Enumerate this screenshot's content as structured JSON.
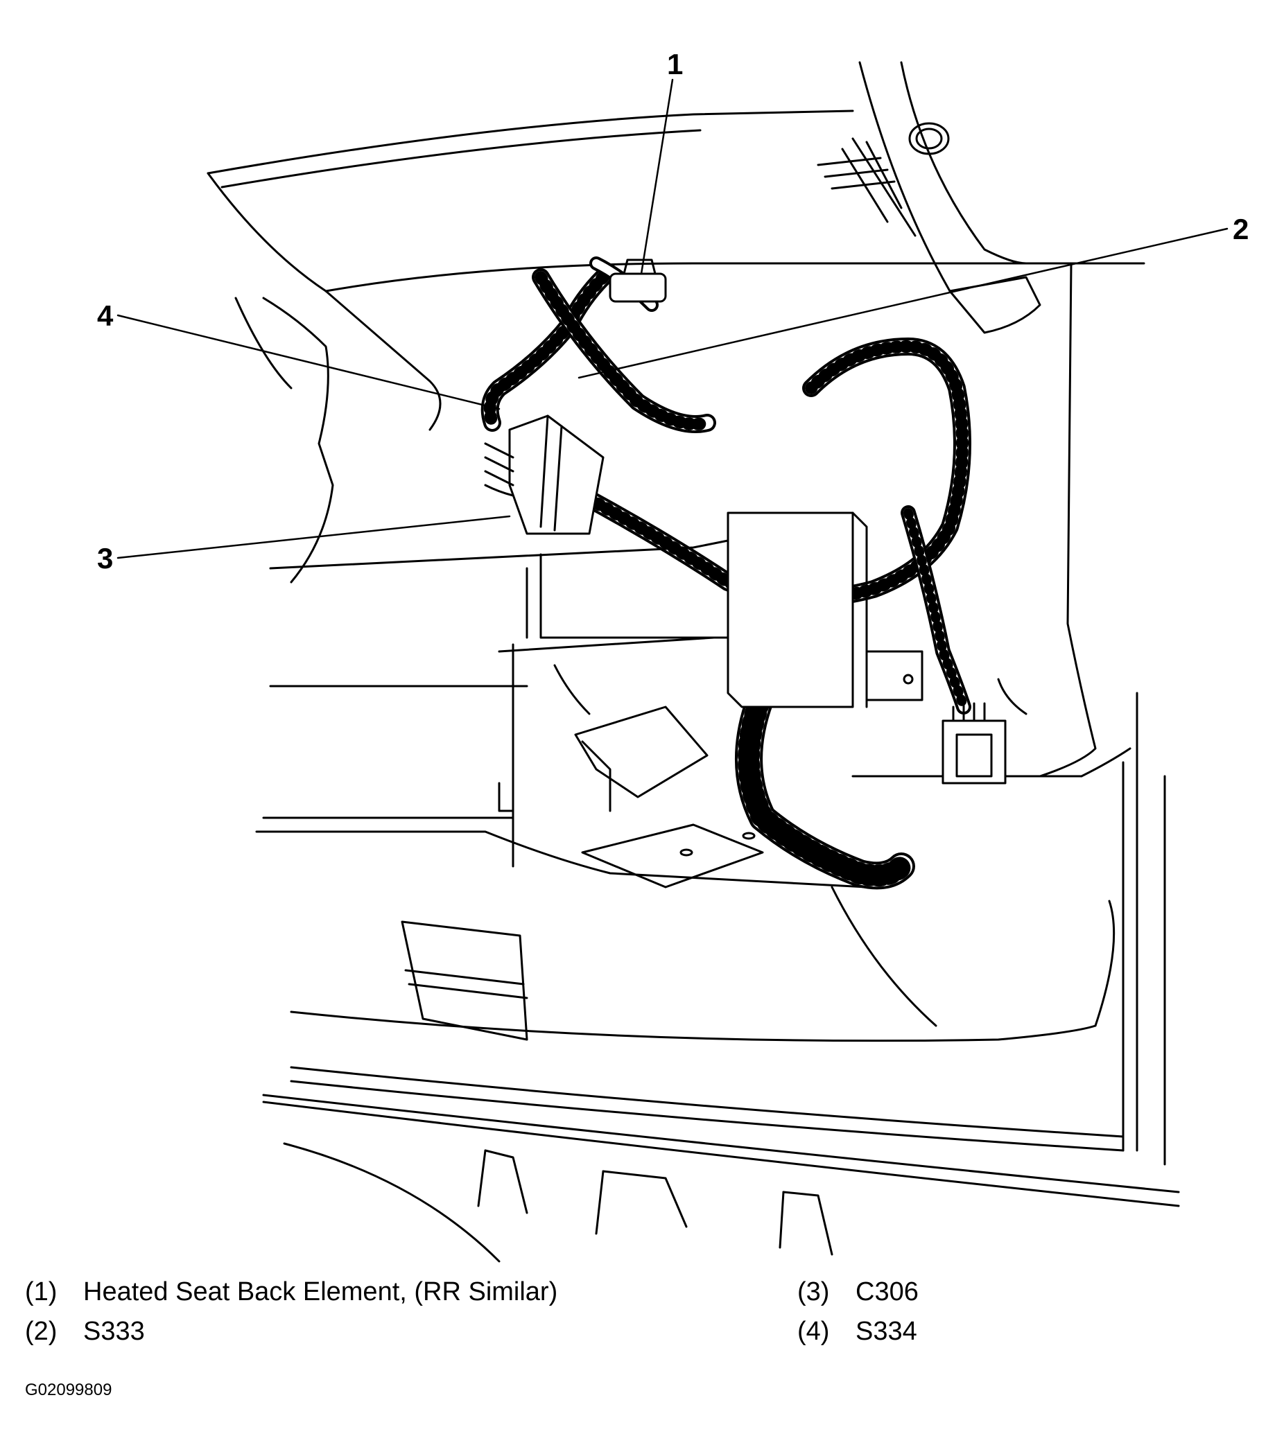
{
  "callouts": [
    {
      "id": "1",
      "label": "1"
    },
    {
      "id": "2",
      "label": "2"
    },
    {
      "id": "3",
      "label": "3"
    },
    {
      "id": "4",
      "label": "4"
    }
  ],
  "legend": [
    {
      "num": "(1)",
      "text": "Heated Seat Back Element, (RR Similar)"
    },
    {
      "num": "(2)",
      "text": "S333"
    },
    {
      "num": "(3)",
      "text": "C306"
    },
    {
      "num": "(4)",
      "text": "S334"
    }
  ],
  "figure_id": "G02099809",
  "colors": {
    "line": "#000000",
    "background": "#ffffff"
  }
}
